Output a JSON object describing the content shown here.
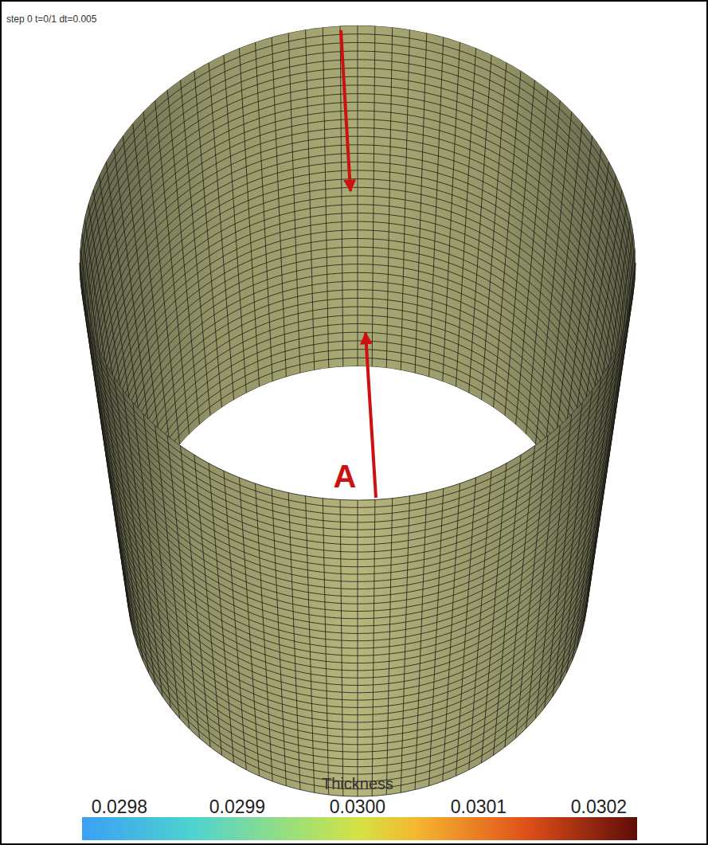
{
  "diagram": {
    "labels": [
      "step 0 t=0/1 dt=0.005",
      "A",
      "Thickness",
      "0.0298",
      "0.0299",
      "0.0300",
      "0.0301",
      "0.0302"
    ]
  }
}
